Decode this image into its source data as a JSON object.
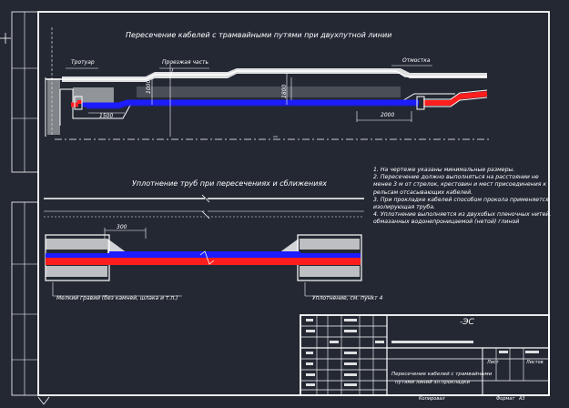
{
  "drawing": {
    "title_top": "Пересечение кабелей с трамвайными путями при двухпутной линии",
    "title_mid": "Уплотнение труб при пересечениях и сближениях",
    "label_sidewalk": "Тротуар",
    "label_tram_lines": "Проезжая часть",
    "label_curb": "Отмостка",
    "dim_1500": "1500",
    "dim_2000": "2000",
    "dim_300": "300",
    "dim_1000_v": "1000",
    "dim_1800_v": "1800",
    "label_compacted": "Мелкий гравий (без камней, шлака и т.п.)",
    "label_seal": "Уплотнение, см. пункт 4",
    "notes": [
      "1. На чертеже указаны минимальные размеры.",
      "2. Пересечение должно выполняться на расстоянии не менее 3 м от стрелок, крестовин и мест присоединения к рельсам отсасывающих кабелей.",
      "3. При прокладке кабелей способом прокола применяется изолирующая труба.",
      "4. Уплотнение выполняется из двухобых пленочных нитей, обмазанных водонепроницаемой (нетой) глиной"
    ]
  },
  "title_block": {
    "code": "-ЭС",
    "desc_line1": "Пересечение кабелей с трамвайными",
    "desc_line2": "путями линий эл.прокладки",
    "sheet_label": "Лист",
    "sheets_label": "Листов",
    "format_label": "Формат",
    "format_value": "A3",
    "copied_label": "Копировал"
  },
  "colors": {
    "background": "#232833",
    "line": "#ffffff",
    "cable_red": "#ff1e1e",
    "cable_blue": "#1c1cff"
  }
}
